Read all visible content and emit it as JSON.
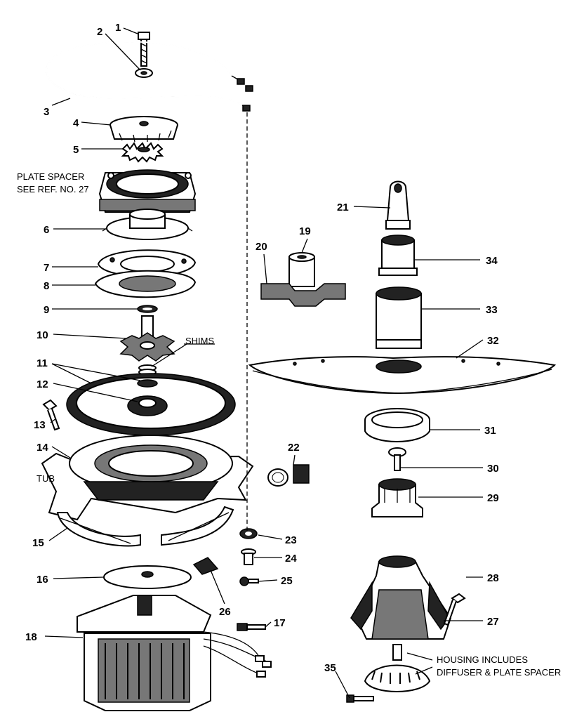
{
  "parts": [
    {
      "ref": "1"
    },
    {
      "ref": "2"
    },
    {
      "ref": "3"
    },
    {
      "ref": "4"
    },
    {
      "ref": "5"
    },
    {
      "ref": "6"
    },
    {
      "ref": "7"
    },
    {
      "ref": "8"
    },
    {
      "ref": "9"
    },
    {
      "ref": "10"
    },
    {
      "ref": "11"
    },
    {
      "ref": "12"
    },
    {
      "ref": "13"
    },
    {
      "ref": "14"
    },
    {
      "ref": "15"
    },
    {
      "ref": "16"
    },
    {
      "ref": "17"
    },
    {
      "ref": "18"
    },
    {
      "ref": "19"
    },
    {
      "ref": "20"
    },
    {
      "ref": "21"
    },
    {
      "ref": "22"
    },
    {
      "ref": "23"
    },
    {
      "ref": "24"
    },
    {
      "ref": "25"
    },
    {
      "ref": "26"
    },
    {
      "ref": "27"
    },
    {
      "ref": "28"
    },
    {
      "ref": "29"
    },
    {
      "ref": "30"
    },
    {
      "ref": "31"
    },
    {
      "ref": "32"
    },
    {
      "ref": "33"
    },
    {
      "ref": "34"
    },
    {
      "ref": "35"
    }
  ],
  "notes": {
    "plate_spacer_line1": "PLATE SPACER",
    "plate_spacer_line2": "SEE REF. NO. 27",
    "shims": "SHIMS",
    "tub": "TUB",
    "housing_line1": "HOUSING INCLUDES",
    "housing_line2": "DIFFUSER & PLATE SPACER"
  }
}
